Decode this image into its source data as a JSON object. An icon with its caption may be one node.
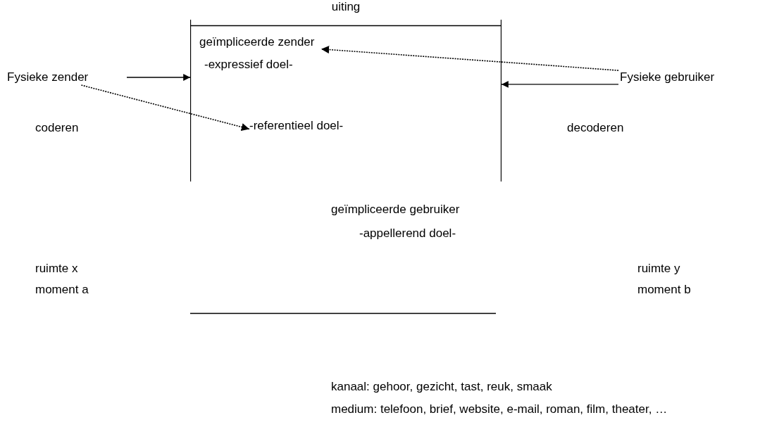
{
  "diagram": {
    "nodes": [
      {
        "text": [
          "uiting"
        ]
      },
      {
        "text": [
          "geïmpliceerde zender",
          "-expressief doel-"
        ],
        "in": 0
      },
      {
        "text": [
          "-referentieel doel-"
        ],
        "in": 0
      },
      {
        "text": [
          "geïmpliceerde gebruiker",
          "-appellerend doel-"
        ],
        "in": 0
      },
      {
        "text": [
          "Fysieke zender"
        ]
      },
      {
        "text": [
          "Fysieke gebruiker"
        ]
      }
    ],
    "edges": [
      {
        "from": 4,
        "to": 0,
        "arrow": "to"
      },
      {
        "from": 5,
        "to": 0,
        "arrow": "to"
      },
      {
        "from": 5,
        "to": 1,
        "arrow": "to",
        "style": "dashed"
      },
      {
        "from": 4,
        "to": 2,
        "arrow": "to",
        "style": "dashed"
      }
    ],
    "labels": [
      "coderen",
      "decoderen",
      "ruimte x",
      "moment a",
      "ruimte y",
      "moment b",
      "kanaal: gehoor, gezicht, tast, reuk, smaak",
      "medium: telefoon, brief, website, e-mail, roman, film, theater, …"
    ]
  }
}
